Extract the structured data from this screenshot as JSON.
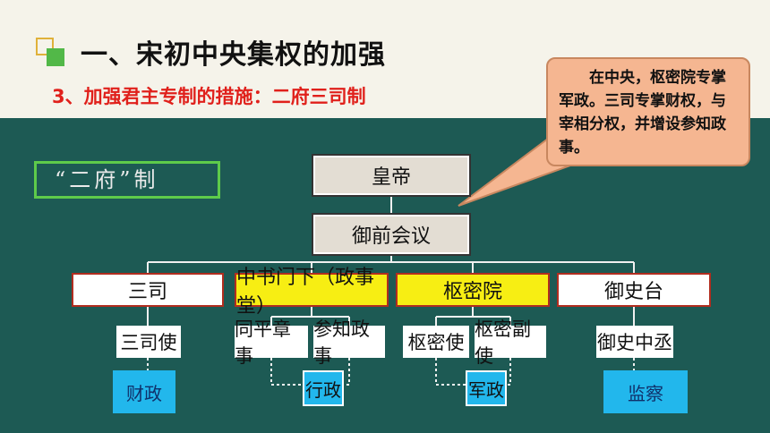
{
  "header": {
    "title": "一、宋初中央集权的加强",
    "subtitle": "3、加强君主专制的措施：二府三司制"
  },
  "callout": {
    "text": "在中央，枢密院专掌军政。三司专掌财权，与宰相分权，并增设参知政事。"
  },
  "diagram": {
    "label": "“二府”制",
    "top": "皇帝",
    "council": "御前会议",
    "departments": [
      "三司",
      "中书门下（政事堂）",
      "枢密院",
      "御史台"
    ],
    "officials": [
      "三司使",
      "同平章事",
      "参知政事",
      "枢密使",
      "枢密副使",
      "御史中丞"
    ],
    "functions": [
      "财政",
      "行政",
      "军政",
      "监察"
    ]
  },
  "colors": {
    "accent_red": "#e0201b",
    "highlight_yellow": "#f7ee13",
    "function_blue": "#22b7ec",
    "background_teal": "#1d5a54",
    "callout_fill": "#f5b691"
  }
}
